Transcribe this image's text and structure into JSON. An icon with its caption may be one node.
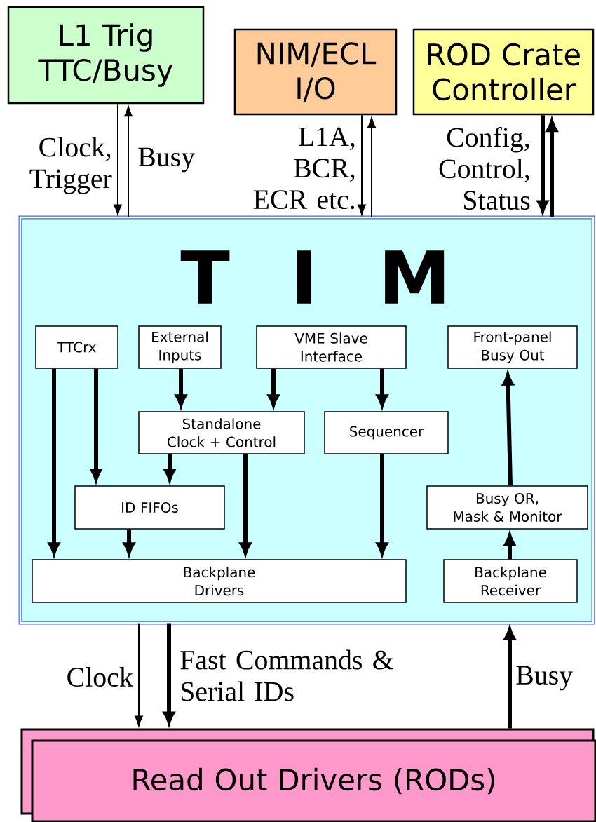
{
  "diagram": {
    "nodes": [
      {
        "text": [
          "L1 Trig TTC/Busy"
        ]
      },
      {
        "text": [
          "NIM/ECL I/O"
        ]
      },
      {
        "text": [
          "ROD Crate Controller"
        ]
      },
      {
        "text": [
          "T I M"
        ]
      },
      {
        "text": [
          "TTCrx"
        ],
        "in": 3
      },
      {
        "text": [
          "External Inputs"
        ],
        "in": 3
      },
      {
        "text": [
          "VME Slave Interface"
        ],
        "in": 3
      },
      {
        "text": [
          "Front-panel Busy Out"
        ],
        "in": 3
      },
      {
        "text": [
          "Standalone Clock + Control"
        ],
        "in": 3
      },
      {
        "text": [
          "Sequencer"
        ],
        "in": 3
      },
      {
        "text": [
          "ID FIFOs"
        ],
        "in": 3
      },
      {
        "text": [
          "Busy OR, Mask & Monitor"
        ],
        "in": 3
      },
      {
        "text": [
          "Backplane Drivers"
        ],
        "in": 3
      },
      {
        "text": [
          "Backplane Receiver"
        ],
        "in": 3
      },
      {
        "text": [
          "Read Out Drivers (RODs)"
        ]
      }
    ],
    "edges": [
      {
        "from": 0,
        "to": 3,
        "arrow": "to",
        "label": "Clock, Trigger"
      },
      {
        "from": 3,
        "to": 0,
        "arrow": "to",
        "label": "Busy"
      },
      {
        "from": 1,
        "to": 3,
        "arrow": "to",
        "label": "L1A, BCR, ECR etc."
      },
      {
        "from": 3,
        "to": 1,
        "arrow": "to"
      },
      {
        "from": 2,
        "to": 3,
        "arrow": "to",
        "label": "Config, Control, Status"
      },
      {
        "from": 3,
        "to": 2,
        "arrow": "to"
      },
      {
        "from": 4,
        "to": 12,
        "arrow": "to"
      },
      {
        "from": 4,
        "to": 10,
        "arrow": "to"
      },
      {
        "from": 5,
        "to": 8,
        "arrow": "to"
      },
      {
        "from": 6,
        "to": 8,
        "arrow": "to"
      },
      {
        "from": 6,
        "to": 9,
        "arrow": "to"
      },
      {
        "from": 8,
        "to": 10,
        "arrow": "to"
      },
      {
        "from": 8,
        "to": 12,
        "arrow": "to"
      },
      {
        "from": 10,
        "to": 12,
        "arrow": "to"
      },
      {
        "from": 9,
        "to": 12,
        "arrow": "to"
      },
      {
        "from": 13,
        "to": 11,
        "arrow": "to"
      },
      {
        "from": 11,
        "to": 7,
        "arrow": "to"
      },
      {
        "from": 3,
        "to": 14,
        "arrow": "to",
        "label": "Clock"
      },
      {
        "from": 3,
        "to": 14,
        "arrow": "to",
        "label": "Fast Commands & Serial IDs"
      },
      {
        "from": 14,
        "to": 3,
        "arrow": "to",
        "label": "Busy"
      }
    ]
  }
}
